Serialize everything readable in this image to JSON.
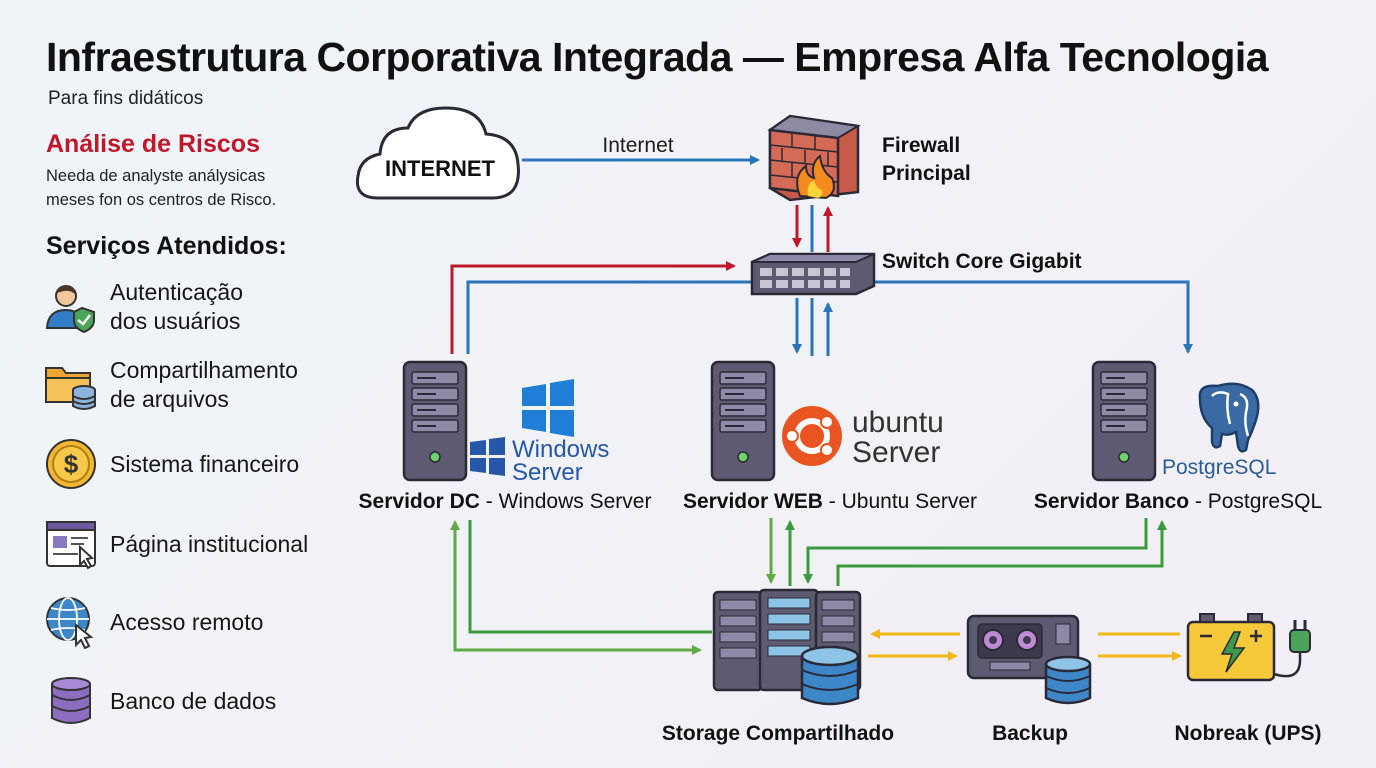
{
  "header": {
    "title": "Infraestrutura Corporativa Integrada — Empresa Alfa Tecnologia",
    "subtitle": "Para fins didáticos"
  },
  "risks": {
    "title": "Análise de Riscos",
    "line1": "Needa de analyste análysicas",
    "line2": "meses fon os centros de Risco."
  },
  "services": {
    "title": "Serviços Atendidos:",
    "items": [
      {
        "line1": "Autenticação",
        "line2": "dos usuários",
        "icon": "user-shield-icon"
      },
      {
        "line1": "Compartilhamento",
        "line2": "de arquivos",
        "icon": "folder-database-icon"
      },
      {
        "line1": "Sistema financeiro",
        "line2": "",
        "icon": "dollar-coin-icon"
      },
      {
        "line1": "Página institucional",
        "line2": "",
        "icon": "web-page-icon"
      },
      {
        "line1": "Acesso remoto",
        "line2": "",
        "icon": "globe-cursor-icon"
      },
      {
        "line1": "Banco de dados",
        "line2": "",
        "icon": "database-icon"
      }
    ]
  },
  "network": {
    "internet_cloud": "INTERNET",
    "internet_link": "Internet",
    "firewall_line1": "Firewall",
    "firewall_line2": "Principal",
    "switch": "Switch Core Gigabit",
    "dc_bold": "Servidor DC",
    "dc_rest": " - Windows Server",
    "dc_logo_line1": "Windows",
    "dc_logo_line2": "Server",
    "web_bold": "Servidor WEB",
    "web_rest": " - Ubuntu Server",
    "web_logo_line1": "ubuntu",
    "web_logo_line2": "Server",
    "db_bold": "Servidor Banco",
    "db_rest": " - PostgreSQL",
    "db_logo": "PostgreSQL",
    "storage": "Storage Compartilhado",
    "backup": "Backup",
    "ups": "Nobreak (UPS)"
  },
  "colors": {
    "red_link": "#c0182b",
    "blue_link": "#2a74b8",
    "green_link": "#3a9a3e",
    "yellow_link": "#f2b718",
    "server_body": "#5e5a72"
  }
}
